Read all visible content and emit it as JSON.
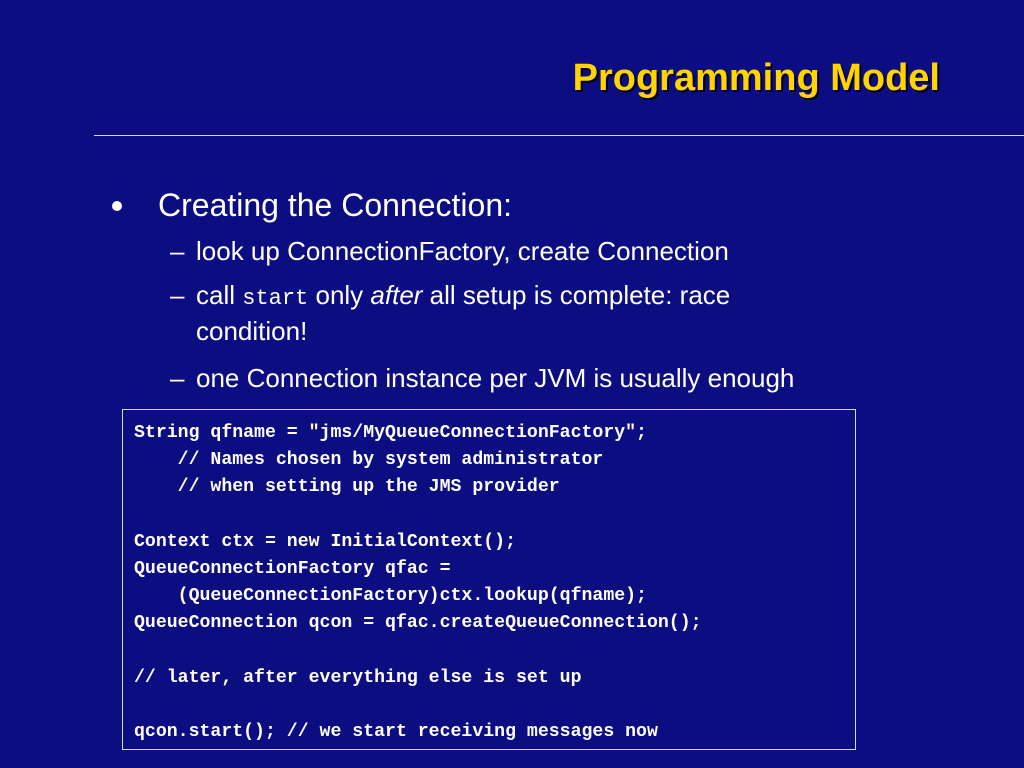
{
  "slide": {
    "title": "Programming Model",
    "bullet": {
      "text": "Creating the Connection:",
      "subitems": {
        "item1": {
          "dash": "–",
          "text": "look up ConnectionFactory, create Connection"
        },
        "item2": {
          "dash": "–",
          "part1": "call ",
          "code": "start",
          "part2": " only ",
          "emphasis": "after",
          "part3": " all setup is complete: race",
          "continuation": "condition!"
        },
        "item3": {
          "dash": "–",
          "text": "one Connection instance per JVM is usually enough"
        }
      }
    },
    "code_lines": [
      "String qfname = \"jms/MyQueueConnectionFactory\";",
      "    // Names chosen by system administrator",
      "    // when setting up the JMS provider",
      "",
      "Context ctx = new InitialContext();",
      "QueueConnectionFactory qfac =",
      "    (QueueConnectionFactory)ctx.lookup(qfname);",
      "QueueConnection qcon = qfac.createQueueConnection();",
      "",
      "// later, after everything else is set up",
      "",
      "qcon.start(); // we start receiving messages now"
    ]
  },
  "colors": {
    "background": "#0d0d82",
    "title": "#ffd400",
    "text": "#ffffff",
    "rule": "#d8d8e8"
  }
}
